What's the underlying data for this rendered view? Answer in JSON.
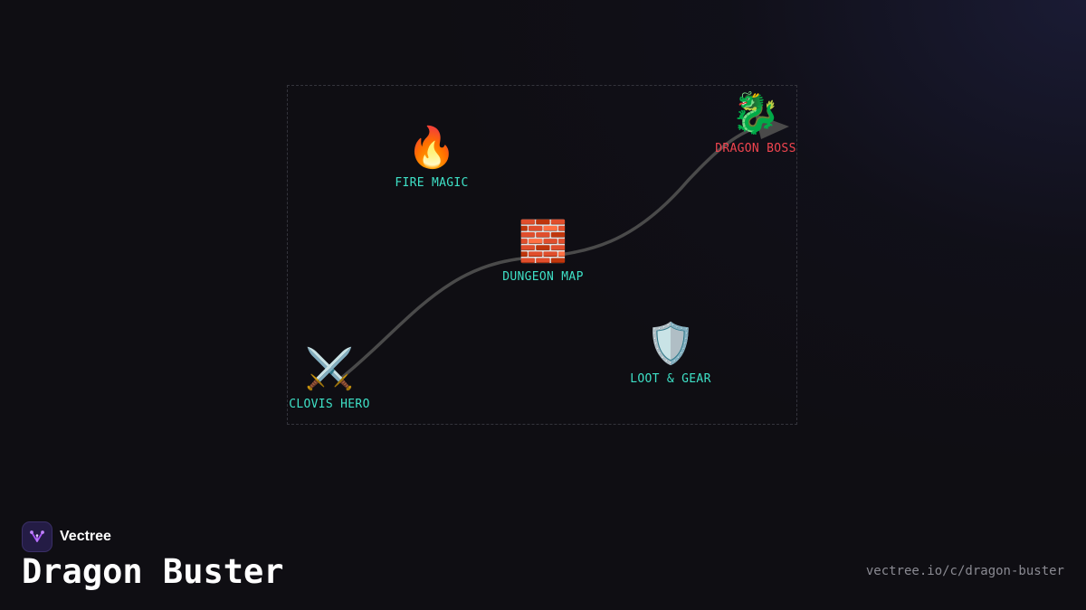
{
  "colors": {
    "background": "#0f0e13",
    "node_label": "#3ee0c6",
    "boss_label": "#f1454f",
    "path_line": "#4a4a4a",
    "frame_border": "#34343c"
  },
  "diagram": {
    "nodes": [
      {
        "id": "clovis-hero",
        "icon": "⚔️",
        "icon_name": "crossed-swords-icon",
        "label": "CLOVIS HERO"
      },
      {
        "id": "fire-magic",
        "icon": "🔥",
        "icon_name": "fire-icon",
        "label": "FIRE MAGIC"
      },
      {
        "id": "dungeon-map",
        "icon": "🧱",
        "icon_name": "brick-wall-icon",
        "label": "DUNGEON MAP"
      },
      {
        "id": "loot-gear",
        "icon": "🛡️",
        "icon_name": "shield-icon",
        "label": "LOOT & GEAR"
      },
      {
        "id": "dragon-boss",
        "icon": "🐉",
        "icon_name": "dragon-icon",
        "label": "DRAGON BOSS"
      }
    ]
  },
  "brand": {
    "name": "Vectree",
    "logo_icon": "vectree-logo-icon"
  },
  "footer": {
    "title": "Dragon Buster",
    "url": "vectree.io/c/dragon-buster"
  }
}
